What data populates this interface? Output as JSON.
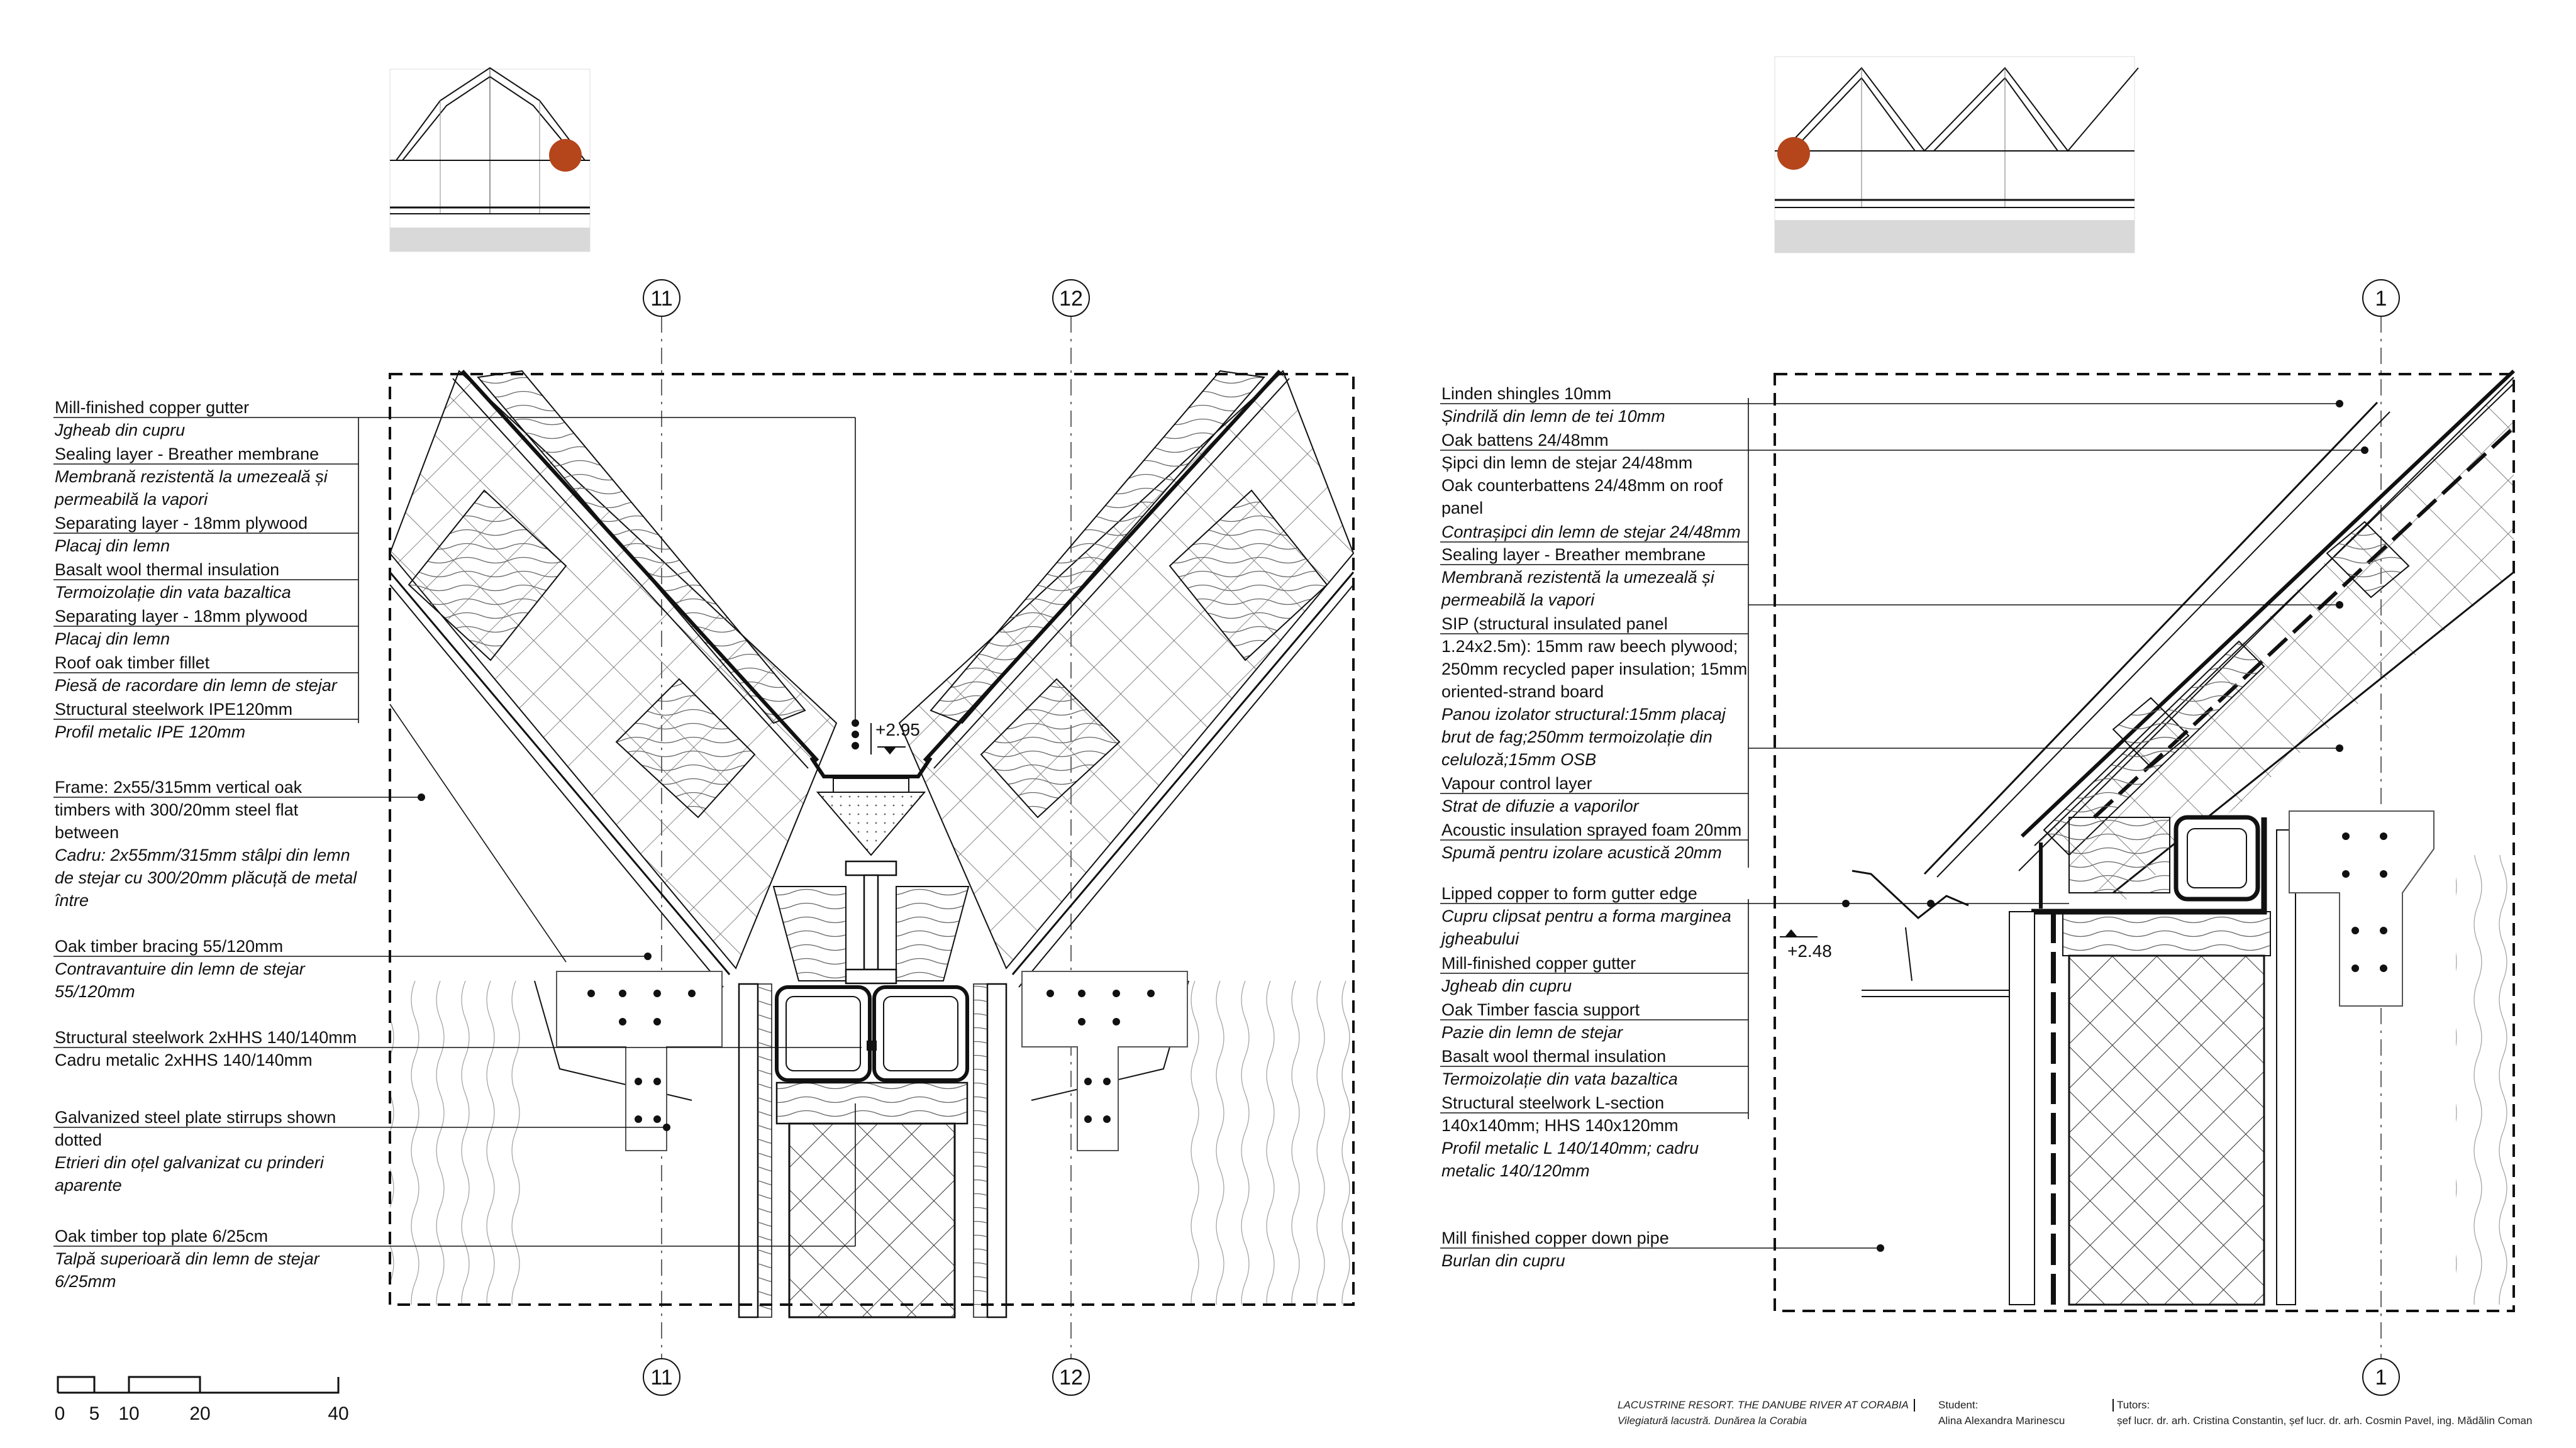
{
  "left_detail": {
    "grid_labels": [
      "11",
      "12"
    ],
    "elevation": "+2.95",
    "labels": [
      {
        "en": "Mill-finished copper gutter",
        "ro": "Jgheab din cupru"
      },
      {
        "en": "Sealing layer - Breather membrane",
        "ro": [
          "Membrană rezistentă la umezeală și",
          "permeabilă la vapori"
        ]
      },
      {
        "en": "Separating layer - 18mm plywood",
        "ro": "Placaj din lemn"
      },
      {
        "en": "Basalt wool thermal insulation",
        "ro": "Termoizolație din vata bazaltica"
      },
      {
        "en": "Separating layer - 18mm plywood",
        "ro": "Placaj din lemn"
      },
      {
        "en": "Roof oak timber fillet",
        "ro": "Piesă de racordare din lemn de stejar"
      },
      {
        "en": "Structural steelwork IPE120mm",
        "ro": "Profil metalic IPE 120mm"
      },
      {
        "en": [
          "Frame: 2x55/315mm vertical oak",
          "timbers with 300/20mm steel flat",
          "between"
        ],
        "ro": [
          "Cadru: 2x55mm/315mm stâlpi din lemn",
          "de stejar cu 300/20mm plăcuță de metal",
          "între"
        ]
      },
      {
        "en": "Oak timber bracing 55/120mm",
        "ro": [
          "Contravantuire din lemn de stejar",
          "55/120mm"
        ]
      },
      {
        "en": "Structural steelwork 2xHHS 140/140mm",
        "ro_upright": "Cadru metalic 2xHHS 140/140mm"
      },
      {
        "en": [
          "Galvanized steel plate stirrups shown",
          "dotted"
        ],
        "ro": [
          "Etrieri din oțel galvanizat cu prinderi",
          "aparente"
        ]
      },
      {
        "en": "Oak timber top plate 6/25cm",
        "ro": [
          "Talpă superioară din lemn de stejar",
          "6/25mm"
        ]
      }
    ]
  },
  "right_detail": {
    "grid_labels": [
      "1"
    ],
    "elevation": "+2.48",
    "labels": [
      {
        "en": "Linden shingles 10mm",
        "ro": "Șindrilă din lemn de tei 10mm"
      },
      {
        "en": "Oak battens 24/48mm",
        "ro_upright": "Șipci din lemn de stejar 24/48mm"
      },
      {
        "en": [
          "Oak counterbattens 24/48mm on roof",
          "panel"
        ],
        "ro": "Contrașipci din lemn de stejar 24/48mm"
      },
      {
        "en": "Sealing layer - Breather membrane",
        "ro": [
          "Membrană rezistentă la umezeală și",
          "permeabilă la vapori"
        ]
      },
      {
        "en": [
          "SIP (structural insulated panel",
          "1.24x2.5m): 15mm raw beech plywood;",
          "250mm recycled paper insulation; 15mm",
          "oriented-strand board"
        ],
        "ro": [
          "Panou izolator structural:15mm placaj",
          "brut de fag;250mm termoizolație din",
          "celuloză;15mm OSB"
        ]
      },
      {
        "en": "Vapour control layer",
        "ro": "Strat de difuzie a vaporilor"
      },
      {
        "en": "Acoustic insulation sprayed foam 20mm",
        "ro": "Spumă pentru izolare acustică 20mm"
      },
      {
        "en": "Lipped copper to form gutter edge",
        "ro": [
          "Cupru clipsat pentru a forma marginea",
          "jgheabului"
        ]
      },
      {
        "en": "Mill-finished copper gutter",
        "ro": "Jgheab din cupru"
      },
      {
        "en": "Oak Timber fascia support",
        "ro": "Pazie din lemn de stejar"
      },
      {
        "en": "Basalt wool thermal insulation",
        "ro": "Termoizolație din vata bazaltica"
      },
      {
        "en": [
          "Structural steelwork L-section",
          "140x140mm; HHS 140x120mm"
        ],
        "ro": [
          "Profil metalic L 140/140mm; cadru",
          "metalic 140/120mm"
        ]
      },
      {
        "en": "Mill finished copper down pipe",
        "ro": "Burlan din cupru"
      }
    ]
  },
  "scale_bar": {
    "ticks": [
      "0",
      "5",
      "10",
      "20",
      "40"
    ]
  },
  "title_block": {
    "project_line1": "LACUSTRINE RESORT. THE DANUBE RIVER AT CORABIA",
    "project_line2": "Vilegiatură lacustră. Dunărea la Corabia",
    "student_label": "Student:",
    "student_name": "Alina Alexandra Marinescu",
    "tutors_label": "Tutors:",
    "tutors_names": "șef lucr. dr. arh. Cristina Constantin, șef lucr. dr. arh. Cosmin Pavel, ing. Mădălin Coman"
  },
  "colors": {
    "marker": "#b5451b",
    "ink": "#111111",
    "hatch": "#444444"
  }
}
